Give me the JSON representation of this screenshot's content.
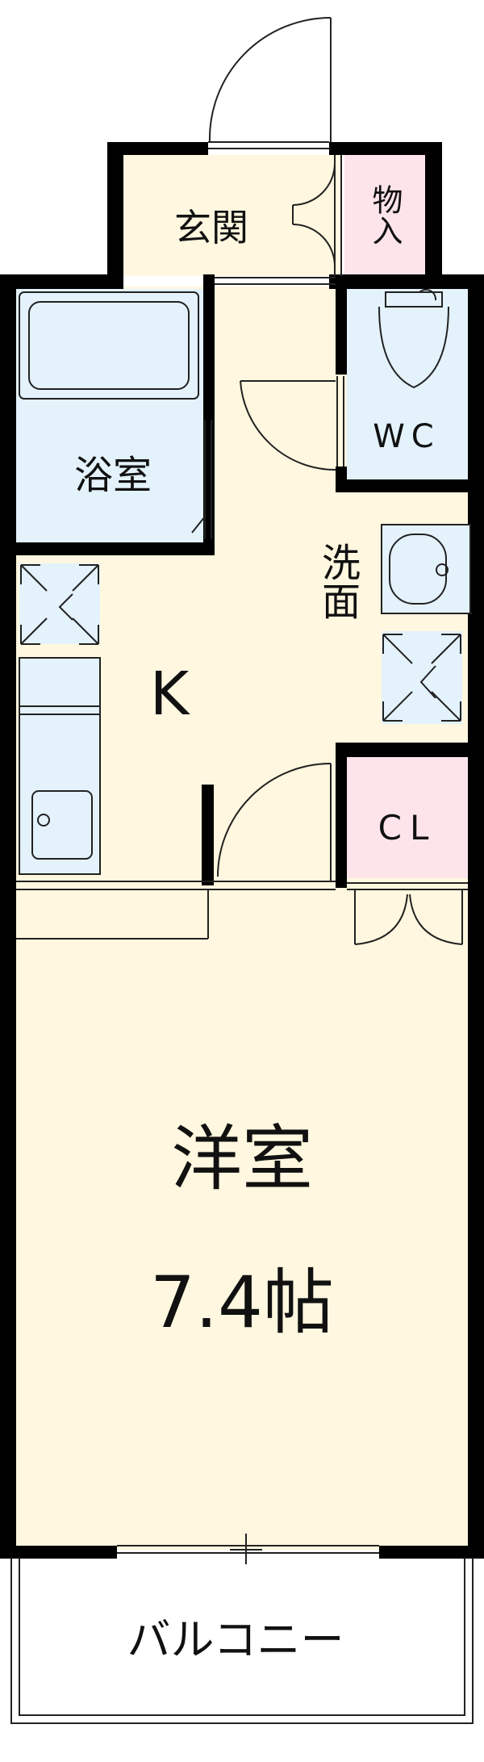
{
  "rooms": {
    "genkan": "玄関",
    "monoire": "物入",
    "yokushitsu": "浴室",
    "wc": "WC",
    "senmen": "洗面",
    "kitchen": "K",
    "cl": "CL",
    "youshitsu": "洋室",
    "youshitsu_size": "7.4帖",
    "balcony": "バルコニー"
  },
  "colors": {
    "floor": "#fff7df",
    "wet": "#e3f2fb",
    "storage": "#fde4ea",
    "wall": "#000000"
  }
}
